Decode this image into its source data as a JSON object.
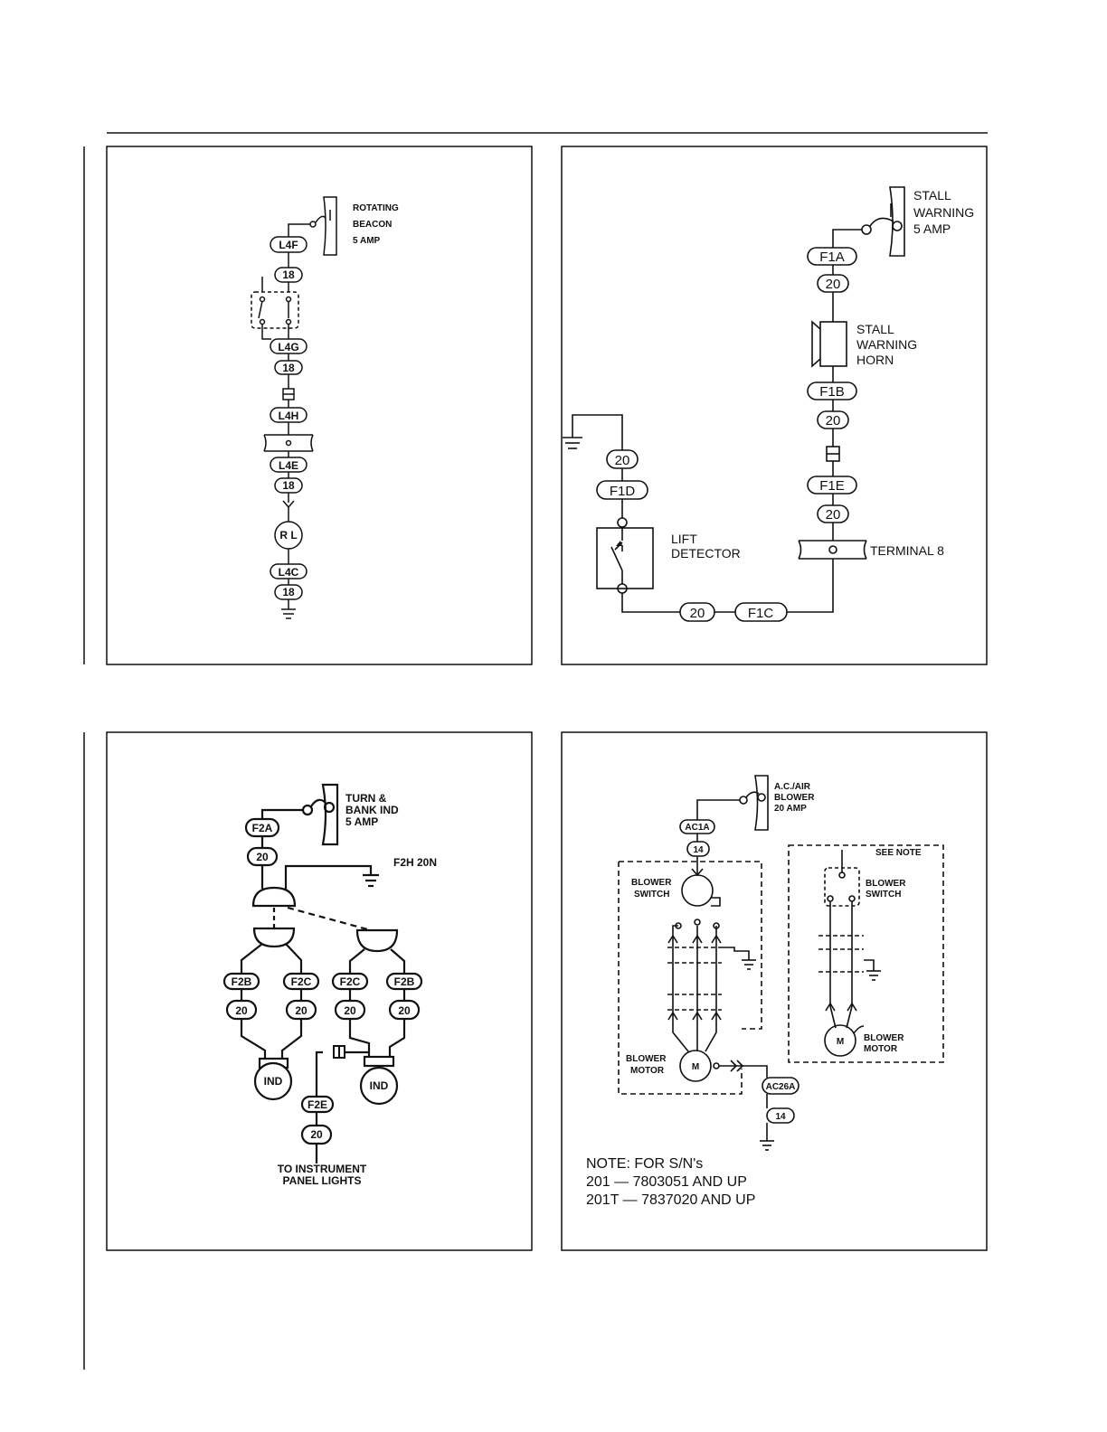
{
  "panel1": {
    "breaker": [
      "ROTATING",
      "BEACON",
      "5 AMP"
    ],
    "wires": [
      "L4F",
      "18",
      "L4G",
      "18",
      "L4H",
      "L4E",
      "18",
      "L4C",
      "18"
    ],
    "lamp": "R L"
  },
  "panel2": {
    "breaker": [
      "STALL",
      "WARNING",
      "5 AMP"
    ],
    "wires": [
      "F1A",
      "20",
      "F1B",
      "20",
      "F1E",
      "20",
      "20",
      "F1D",
      "20",
      "F1C"
    ],
    "horn": [
      "STALL",
      "WARNING",
      "HORN"
    ],
    "detector": [
      "LIFT",
      "DETECTOR"
    ],
    "terminal": "TERMINAL 8"
  },
  "panel3": {
    "breaker": [
      "TURN &",
      "BANK IND",
      "5 AMP"
    ],
    "wires": [
      "F2A",
      "20",
      "F2B",
      "F2C",
      "F2C",
      "F2B",
      "20",
      "20",
      "20",
      "20",
      "F2E",
      "20"
    ],
    "ground_label": "F2H 20N",
    "indicators": [
      "IND",
      "IND"
    ],
    "panel_lights": [
      "TO INSTRUMENT",
      "PANEL LIGHTS"
    ]
  },
  "panel4": {
    "breaker": [
      "A.C./AIR",
      "BLOWER",
      "20 AMP"
    ],
    "wires": [
      "AC1A",
      "14",
      "AC26A",
      "14"
    ],
    "switch": [
      "BLOWER",
      "SWITCH"
    ],
    "motor_label": [
      "BLOWER",
      "MOTOR"
    ],
    "motor": "M",
    "see_note": "SEE NOTE",
    "alt_switch": [
      "BLOWER",
      "SWITCH"
    ],
    "alt_motor_label": [
      "BLOWER",
      "MOTOR"
    ],
    "alt_motor": "M",
    "note": [
      "NOTE: FOR S/N's",
      "201 — 7803051 AND UP",
      "201T — 7837020 AND UP"
    ]
  }
}
